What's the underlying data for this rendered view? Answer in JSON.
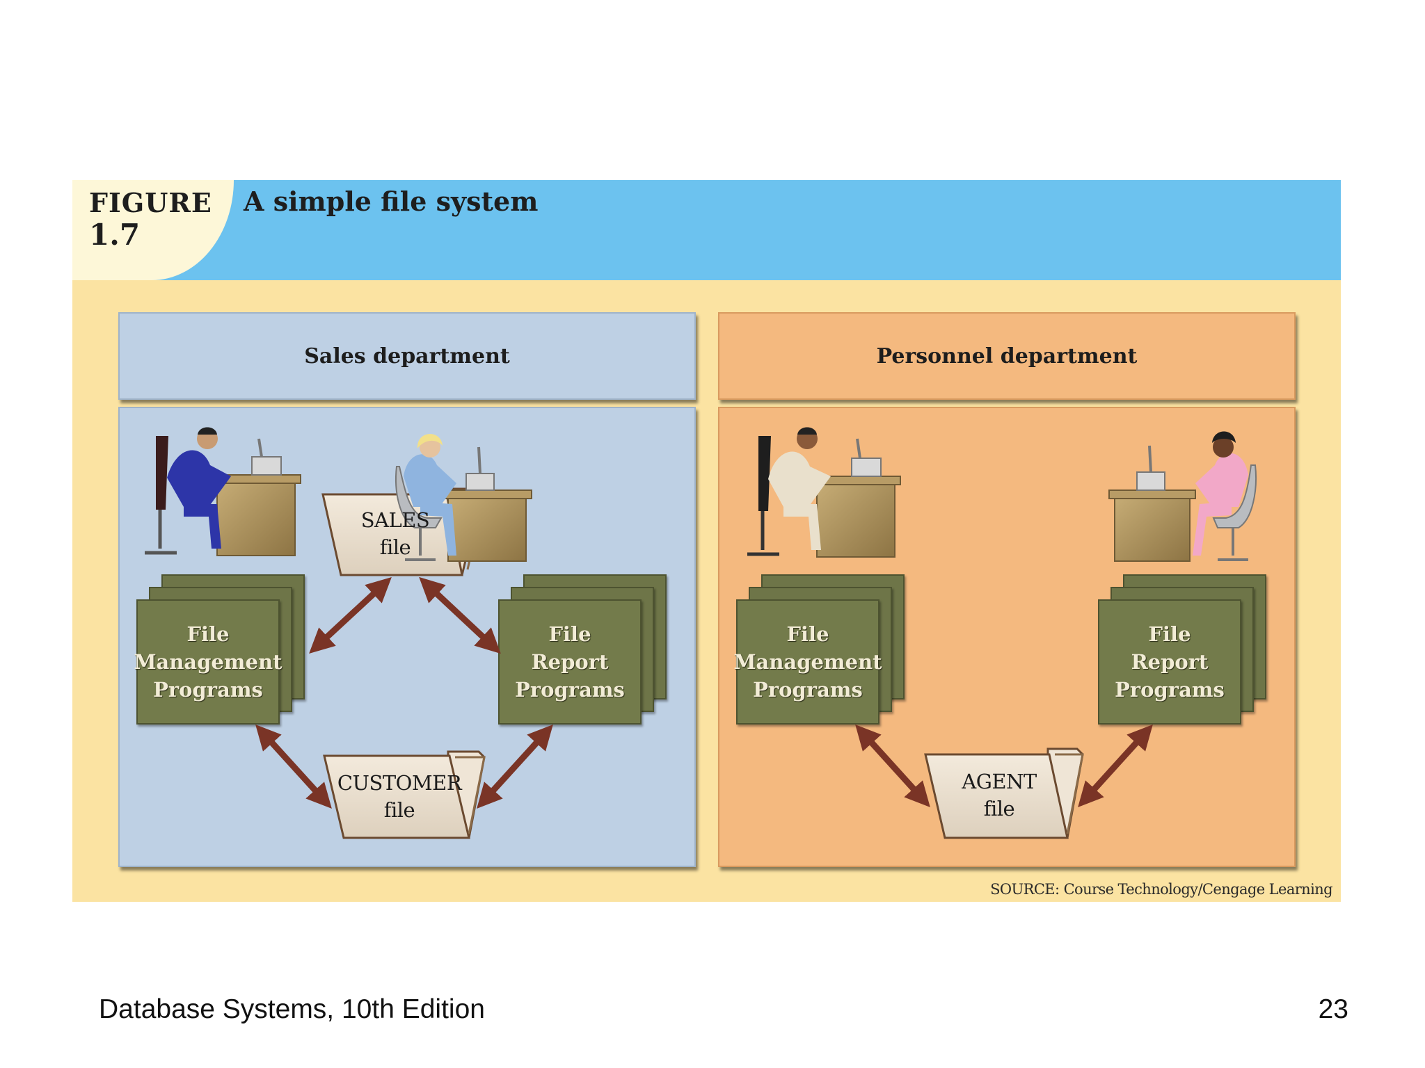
{
  "figure": {
    "label": "FIGURE",
    "number": "1.7",
    "title": "A simple file system",
    "source": "SOURCE: Course Technology/Cengage Learning"
  },
  "sales": {
    "header": "Sales department",
    "left_program": [
      "File",
      "Management",
      "Programs"
    ],
    "right_program": [
      "File",
      "Report",
      "Programs"
    ],
    "top_file": [
      "SALES",
      "file"
    ],
    "bottom_file": [
      "CUSTOMER",
      "file"
    ]
  },
  "personnel": {
    "header": "Personnel department",
    "left_program": [
      "File",
      "Management",
      "Programs"
    ],
    "right_program": [
      "File",
      "Report",
      "Programs"
    ],
    "bottom_file": [
      "AGENT",
      "file"
    ]
  },
  "footer": {
    "book": "Database Systems, 10th Edition",
    "page": "23"
  },
  "colors": {
    "banner": "#6cc2ef",
    "figure_bg": "#fbe3a2",
    "sales_panel": "#bed0e4",
    "personnel_panel": "#f4b97f",
    "program_box": "#737b4b",
    "arrow": "#7a3426"
  }
}
